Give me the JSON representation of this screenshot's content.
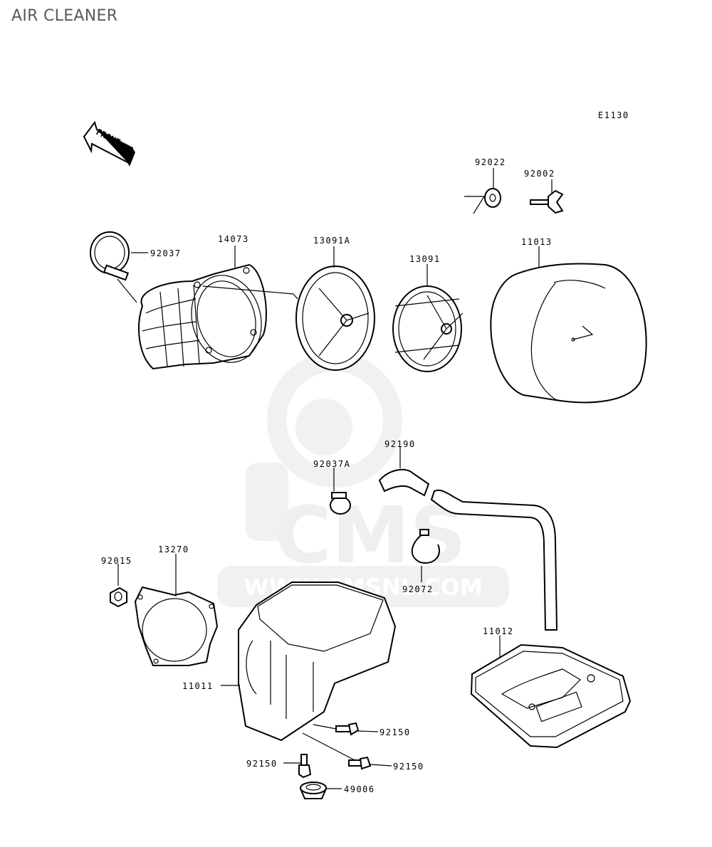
{
  "page": {
    "title": "AIR CLEANER"
  },
  "diagram": {
    "code": "E1130",
    "front_label": "FRONT",
    "watermark": {
      "text": "CMS",
      "url": "WWW.CMSNL.COM"
    },
    "labels": {
      "p92022": "92022",
      "p92002": "92002",
      "p92037": "92037",
      "p14073": "14073",
      "p13091A": "13091A",
      "p13091": "13091",
      "p11013": "11013",
      "p92190": "92190",
      "p92037A": "92037A",
      "p13270": "13270",
      "p92015": "92015",
      "p92072": "92072",
      "p11012": "11012",
      "p11011": "11011",
      "p92150a": "92150",
      "p92150b": "92150",
      "p92150c": "92150",
      "p49006": "49006"
    }
  }
}
